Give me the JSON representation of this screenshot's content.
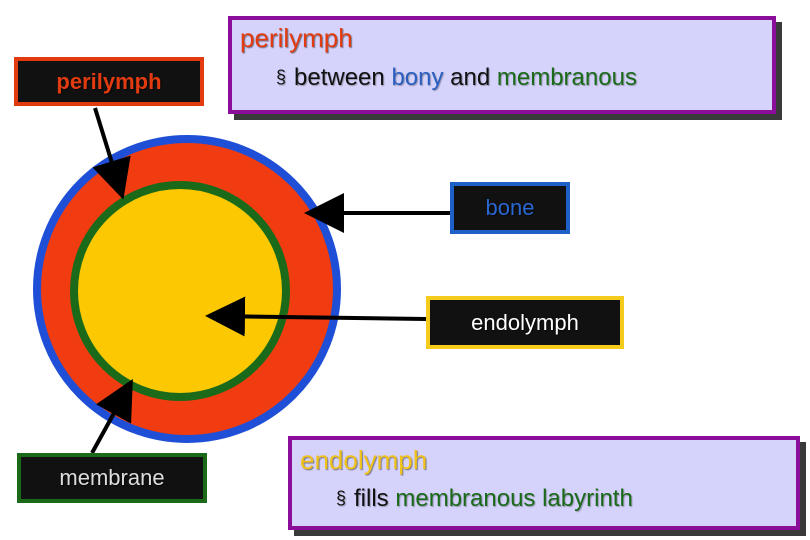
{
  "labels": {
    "perilymph": "perilymph",
    "bone": "bone",
    "endolymph": "endolymph",
    "membrane": "membrane"
  },
  "perilymph_info": {
    "title": "perilymph",
    "bullet": "§",
    "text_1": "between",
    "keyword_bony": "bony",
    "text_2": "and",
    "keyword_membranous": "membranous"
  },
  "endolymph_info": {
    "title": "endolymph",
    "bullet": "§",
    "text_1": "fills",
    "keyword_membranous": "membranous",
    "keyword_labyrinth": "labyrinth"
  },
  "colors": {
    "bone": "#1f4fd6",
    "perilymph": "#f03c10",
    "membrane": "#1a6a1a",
    "endolymph": "#fbc802",
    "info_border": "#8a0e9a",
    "info_background": "#d5d3fb"
  }
}
